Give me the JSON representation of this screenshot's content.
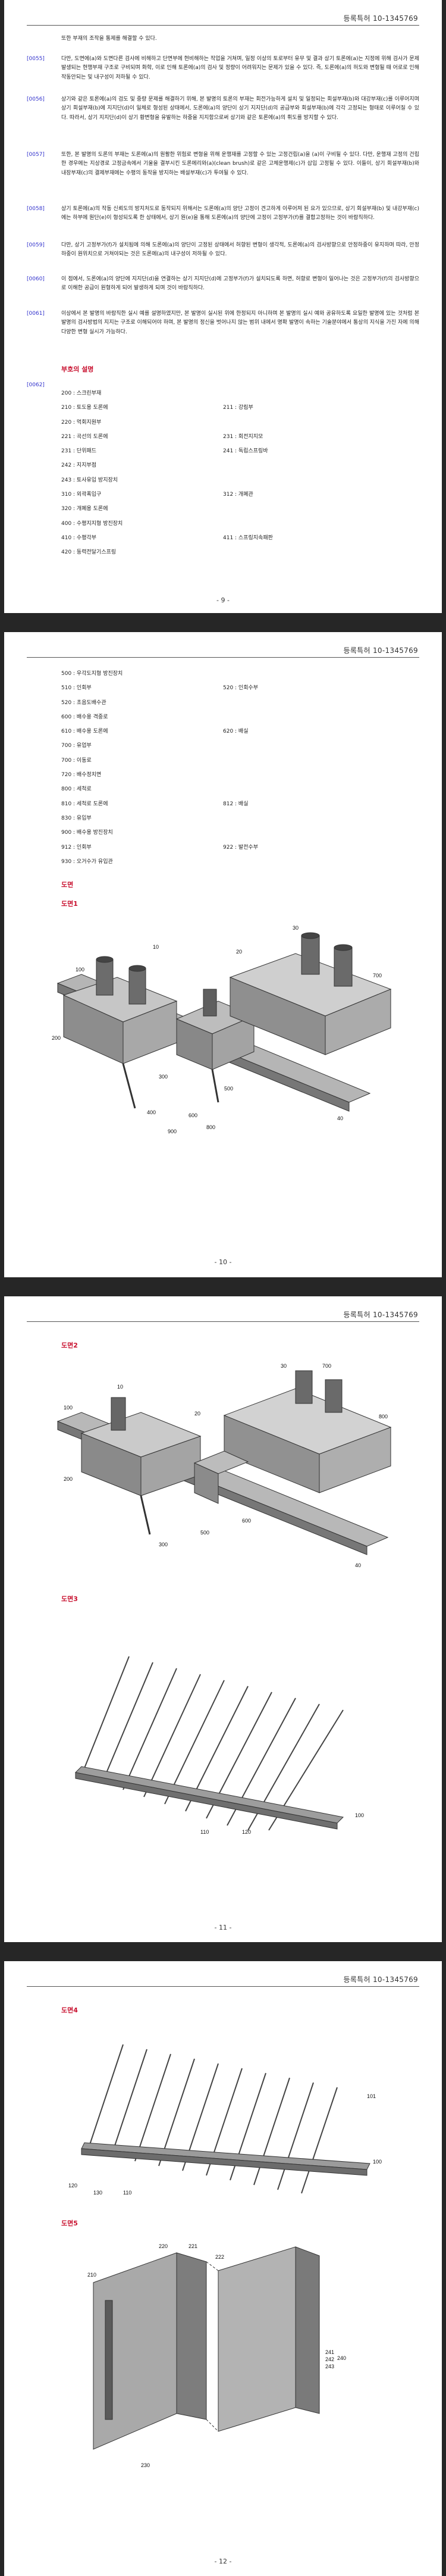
{
  "doc_id": "등록특허 10-1345769",
  "page9": {
    "intro": "또한 부재의 조작을 통제를 해결할 수 있다.",
    "paras": [
      {
        "num": "[0055]",
        "text": "다만, 도면에(a)와 도면다른 검사에 비해하고 단면부에 현비해하는 작업을 거쳐며, 일정 이상의 토로부터 유무 및 결과 상기 토론에(a)는 지정에 위해 검사가 문제 발생되는 현행부재 구조로 구비되며 화학, 이로 인해 토론에(a)의 검사 및 정량이 어려워지는 문제가 있을 수 있다. 즉, 도론에(a)의 허도와 변형될 때 어로로 인해 작동안되는 및 내구성이 저하될 수 있다."
      },
      {
        "num": "[0056]",
        "text": "상기와 같은 토론에(a)의 검도 및 중량 문제를 해결하기 위해, 본 발명의 토론의 부재는 회전가능하게 설치 및 일정되는 회설부재(b)와 대강부재(c)를 이루어지며 상기 회설부재(b)에 지지단(d)이 일체로 형성된 상태에서, 도론에(a)의 양단이 상기 지지단(d)의 공급부와 회설부재(b)에 각각 고정되는 형태로 이루어질 수 있다. 따라서, 상기 지지단(d)이 상기 황변형을 유발하는 하중을 지지함으로써 상기와 같은 토론에(a)의 휘도를 방지할 수 있다."
      },
      {
        "num": "[0057]",
        "text": "또한, 본 발명의 도론의 부재는 도론에(a)의 원활한 위험로 변형을 위해 운행재를 고정할 수 있는 고정건립(a)을 (a)이 구비될 수 있다. 다만, 운행재 고정의 건립한 경우에는 지상경로 고정금속에서 기울을 결부시킨 도론에리와(a)(clean brush)로 같은 고체운행제(c)가 삽입 고정될 수 있다. 이들이, 상기 회설부재(b)와 내장부재(c)의 결제부재에는 수평의 동작을 방지하는 배설부재(c)가 투여될 수 있다."
      },
      {
        "num": "[0058]",
        "text": "상기 토론에(a)의 작동 신뢰도의 방지처도로 동작되지 위해서는 도론에(a)의 양단 고정이 견고하게 이루어져 된 요가 있으므로, 상기 회설부재(b) 및 내강부재(c)에는 하부에 원단(e)이 형성되도록 한 상태에서, 상기 원(e)을 통해 도론에(a)의 양단에 고정이 고정부가(f)를 결합고정하는 것이 바람직하다."
      },
      {
        "num": "[0059]",
        "text": "다만, 상기 고정부가(f)가 설치됨에 의해 도론에(a)의 양단이 고정된 상태에서 허향된 변형이 생각적, 도론에(a)의 검사방향으로 안정하중이 유지하며 따라, 안정하중이 원위치으로 거쳐야되는 것은 도론에(a)의 내구성이 저하될 수 있다."
      },
      {
        "num": "[0060]",
        "text": "이 점에서, 도론에(a)의 양단에 지지단(d)을 연결하는 상기 지지단(d)에 고정부가(f)가 설치되도록 하면, 허향로 변형이 일어나는 것은 고정부가(f)의 검사방향으로 이해한 공급이 원형하게 되어 발생하게 되며 것이 바람직하다."
      },
      {
        "num": "[0061]",
        "text": "이상에서 본 발명의 바람직한 실시 예를 설명하였지만, 본 발명이 실시된 위에 한정되지 아니하며 본 발명의 실시 예와 공유하도록 요일한 발명에 있는 것처럼 본 발명의 검사방법의 지지는 구조로 이해되어야 하며, 본 발명의 정신을 벗어나지 않는 범위 내에서 명확 발명이 속하는 기술분야에서 통상의 지식을 가진 자에 의해 다양한 변형 실시가 가능하다."
      }
    ],
    "sec_title": "부호의 설명",
    "sec_num": "[0062]",
    "rows": [
      [
        "200 : 스크린부재",
        ""
      ],
      [
        "210 : 토도용 도론에",
        "211 : 강림부"
      ],
      [
        "220 : 먹회지원부",
        ""
      ],
      [
        "221 : 곡선의 도론에",
        "231 : 회전지지모"
      ],
      [
        "231 : 단위패드",
        "241 : 독립스프링바"
      ],
      [
        "242 : 지지부점",
        ""
      ],
      [
        "243 : 토사유입 방지장치",
        ""
      ],
      [
        "310 : 외곽폭입구",
        "312 : 개폐관"
      ],
      [
        "320 : 개폐용 도론에",
        ""
      ],
      [
        "400 : 수평지지형 방진장치",
        ""
      ],
      [
        "410 : 수평각부",
        "411 : 스프링지속패판"
      ],
      [
        "420 : 동력전달기스프링",
        ""
      ]
    ],
    "page_num": "- 9 -"
  },
  "page10": {
    "rows": [
      [
        "500 : 우각도지형 방진장치",
        ""
      ],
      [
        "510 : 인회부",
        "520 : 인회수부"
      ],
      [
        "520 : 초음도배수관",
        ""
      ],
      [
        "600 : 배수용 격중로",
        ""
      ],
      [
        "610 : 배수용 도론에",
        "620 : 배실"
      ],
      [
        "700 : 유업부",
        ""
      ],
      [
        "700 : 이동로",
        ""
      ],
      [
        "720 : 배수정치면",
        ""
      ],
      [
        "800 : 세척로",
        ""
      ],
      [
        "810 : 세척로 도론에",
        "812 : 배실"
      ],
      [
        "830 : 유입부",
        ""
      ],
      [
        "900 : 배수용 방진장치",
        ""
      ],
      [
        "912 : 인회부",
        "922 : 발전수부"
      ],
      [
        "930 : 오거수가 유입관",
        ""
      ]
    ],
    "drawings_title": "도면",
    "fig_title": "도면1",
    "labels": [
      "10",
      "20",
      "30",
      "40",
      "100",
      "200",
      "300",
      "400",
      "500",
      "600",
      "700",
      "800",
      "900"
    ],
    "page_num": "- 10 -"
  },
  "page11": {
    "fig2_title": "도면2",
    "fig2_labels": [
      "10",
      "20",
      "30",
      "40",
      "100",
      "200",
      "300",
      "500",
      "600",
      "700",
      "800"
    ],
    "fig3_title": "도면3",
    "fig3_labels": [
      "100",
      "110",
      "120"
    ],
    "page_num": "- 11 -"
  },
  "page12": {
    "fig4_title": "도면4",
    "fig4_labels": [
      "101",
      "120",
      "130",
      "110",
      "100"
    ],
    "fig5_title": "도면5",
    "fig5_labels": [
      "210",
      "220",
      "221",
      "222",
      "230",
      "240",
      "241",
      "242",
      "243"
    ],
    "page_num": "- 12 -"
  }
}
